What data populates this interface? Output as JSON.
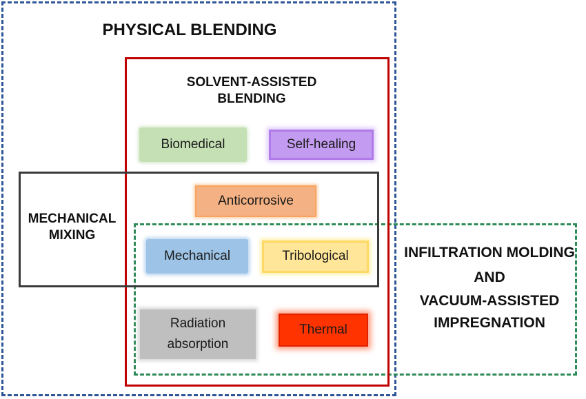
{
  "regions": {
    "physical_blending": {
      "label": "PHYSICAL BLENDING",
      "color": "#2e5597"
    },
    "solvent_assisted": {
      "label": "SOLVENT-ASSISTED BLENDING",
      "color": "#c00000"
    },
    "mechanical_mixing": {
      "label": "MECHANICAL MIXING",
      "color": "#3a3a3a"
    },
    "infiltration": {
      "label_1": "INFILTRATION MOLDING AND",
      "label_2": "VACUUM-ASSISTED IMPREGNATION",
      "color": "#2e8b57"
    }
  },
  "applications": {
    "biomedical": {
      "label": "Biomedical",
      "color": "#c5e0b4"
    },
    "self_healing": {
      "label": "Self-healing",
      "color": "#c39bf0"
    },
    "anticorrosive": {
      "label": "Anticorrosive",
      "color": "#f4b183"
    },
    "mechanical": {
      "label": "Mechanical",
      "color": "#9dc3e6"
    },
    "tribological": {
      "label": "Tribological",
      "color": "#ffe699"
    },
    "radiation": {
      "label": "Radiation absorption",
      "color": "#bfbfbf"
    },
    "thermal": {
      "label": "Thermal",
      "color": "#ff3300"
    }
  }
}
